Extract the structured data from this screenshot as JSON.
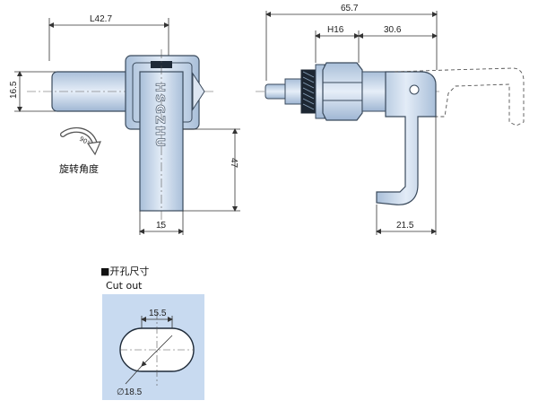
{
  "side_view": {
    "dim_length": "L42.7",
    "dim_height": "16.5",
    "dim_body_length": "47",
    "dim_body_width": "15",
    "brand_text": "HSGZHU",
    "rotation_caption": "旋转角度",
    "rotation_angle": "90°"
  },
  "front_view": {
    "dim_total": "65.7",
    "dim_thread": "H16",
    "dim_offset": "30.6",
    "dim_hook": "21.5"
  },
  "cutout": {
    "title_cn": "■开孔尺寸",
    "title_en": "Cut out",
    "dim_flat": "15.5",
    "dim_dia": "∅18.5"
  },
  "colors": {
    "metal": "#c9d9ec",
    "metal_edge": "#3a4a5c",
    "panel": "#c8daf0",
    "dim_line": "#333333"
  }
}
